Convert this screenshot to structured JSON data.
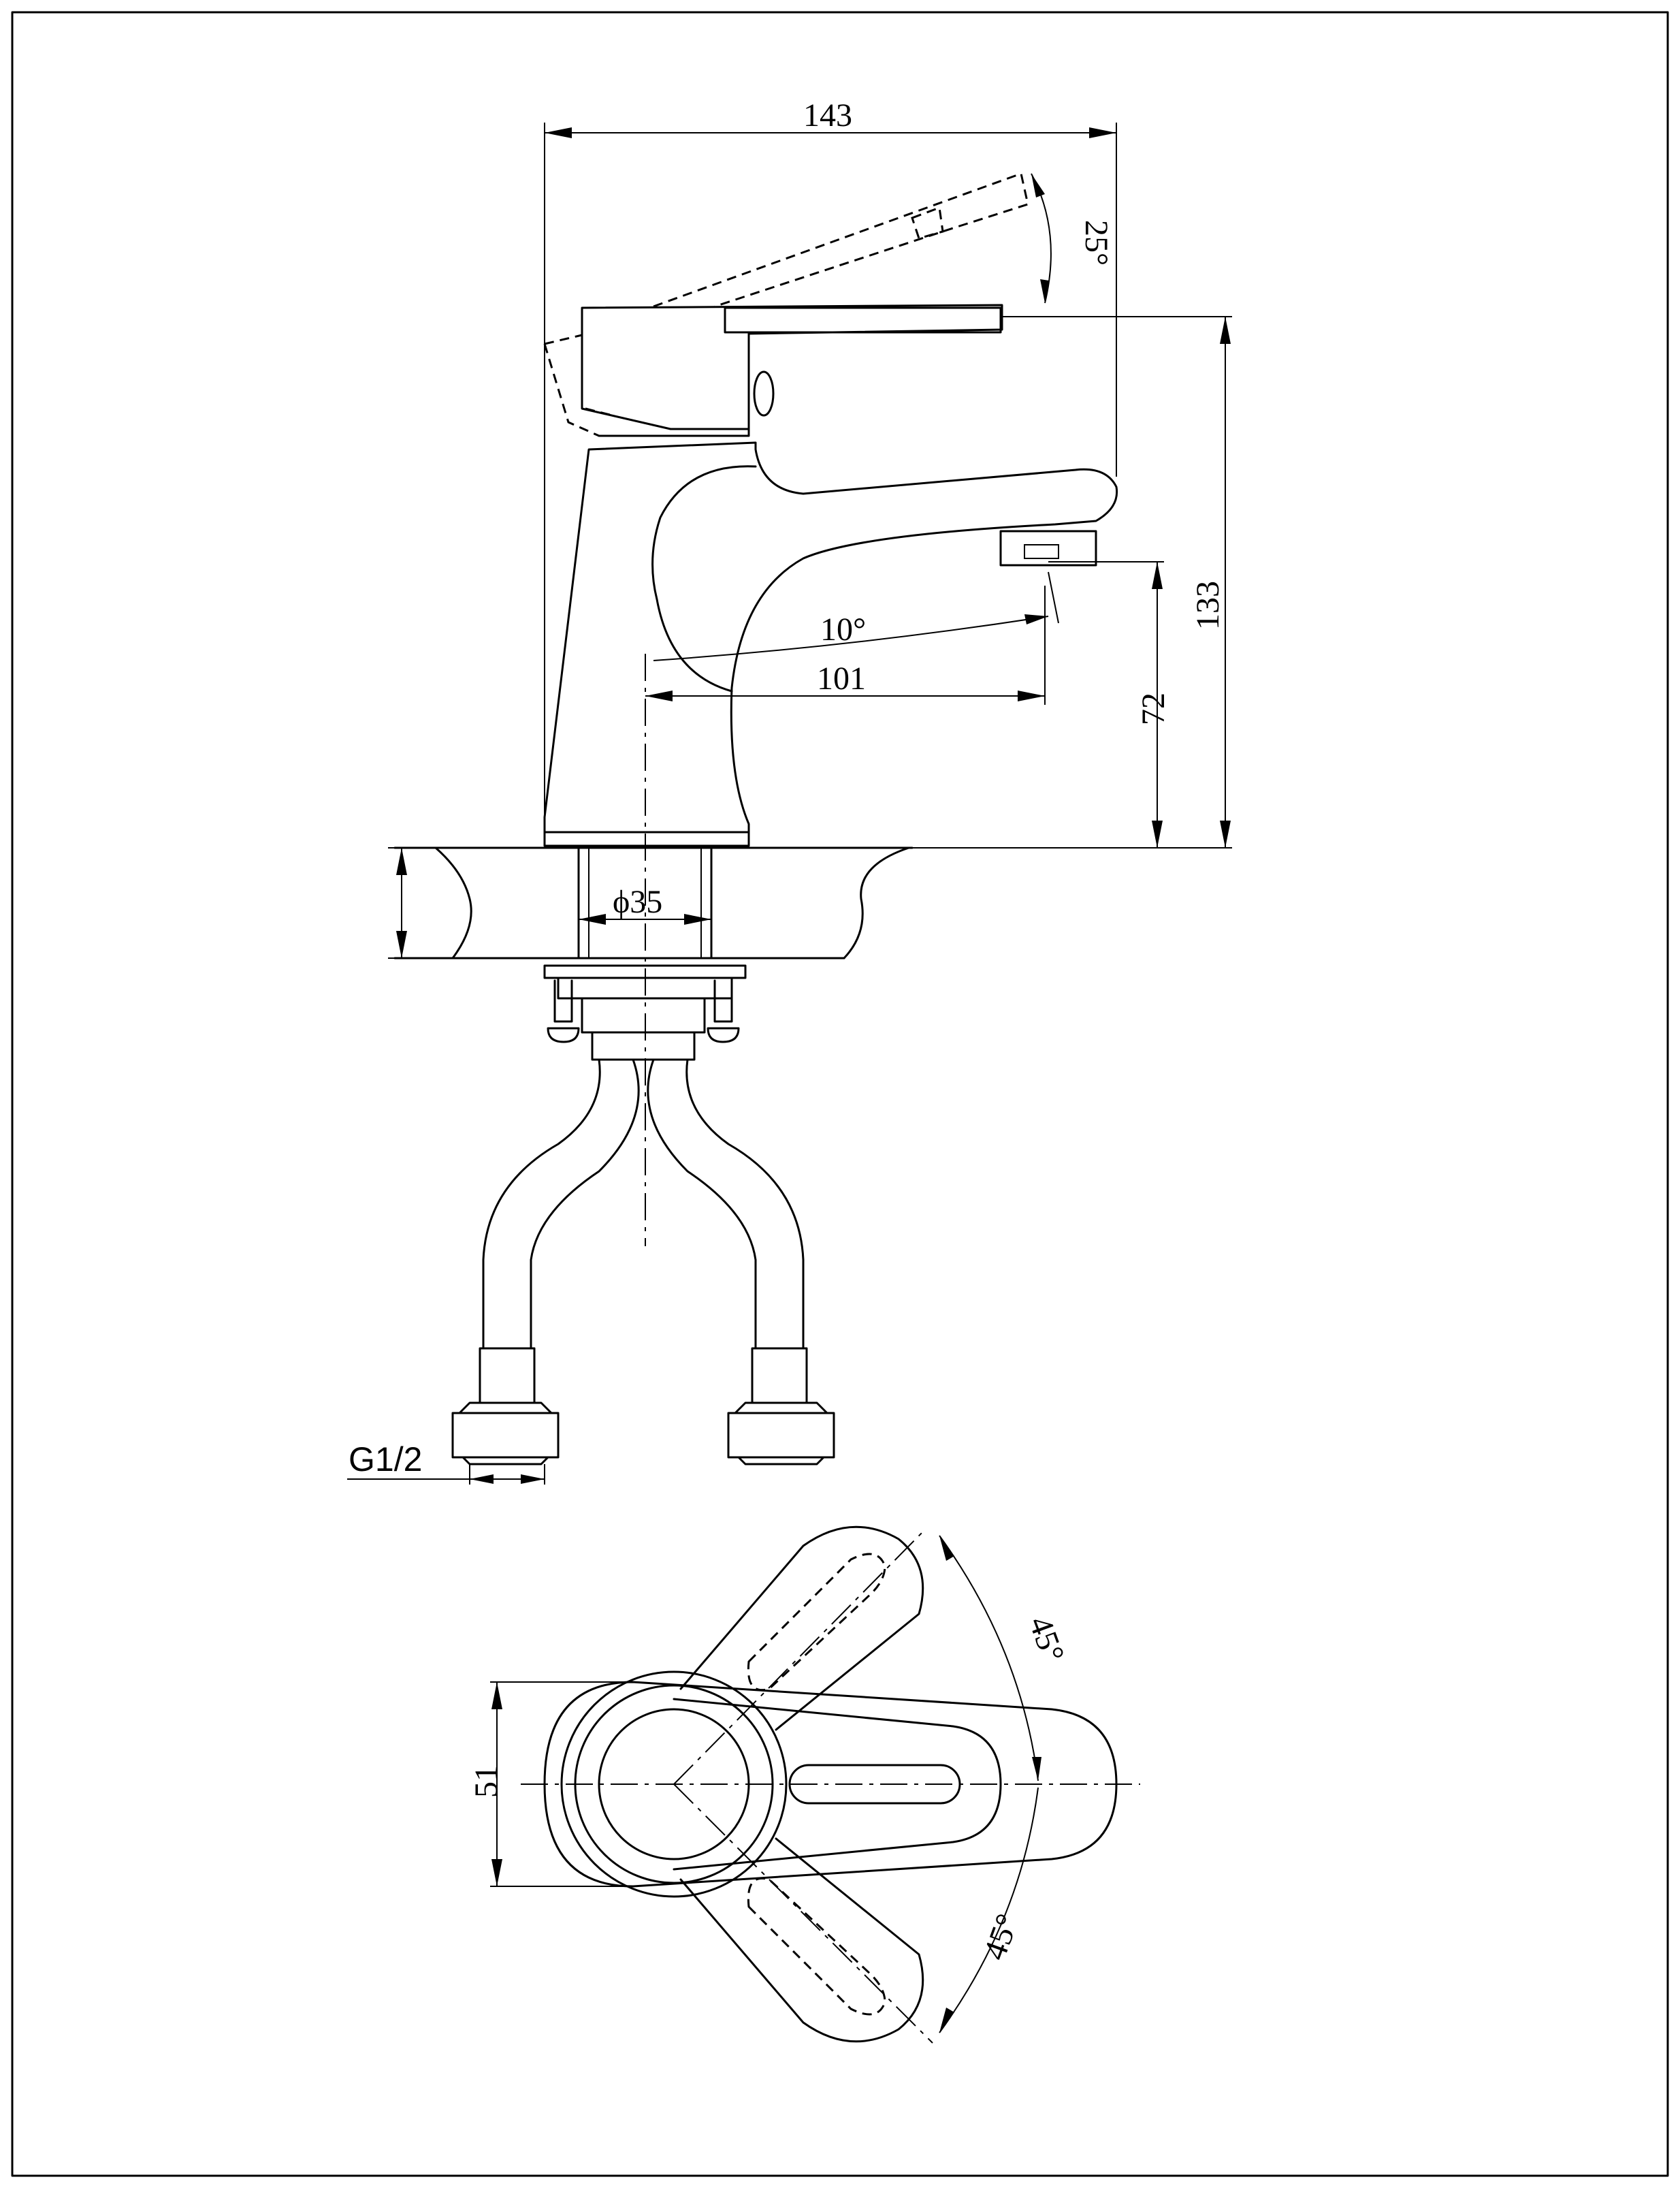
{
  "dimensions": {
    "overall_length": "143",
    "lever_angle": "25°",
    "overall_height": "133",
    "spout_height": "72",
    "spout_angle": "10°",
    "spout_reach": "101",
    "base_diameter": "ϕ35",
    "thread": "G1/2",
    "base_width": "51",
    "rotation_angle_upper": "45°",
    "rotation_angle_lower": "45°"
  },
  "colors": {
    "line": "#000000",
    "background": "#ffffff"
  }
}
